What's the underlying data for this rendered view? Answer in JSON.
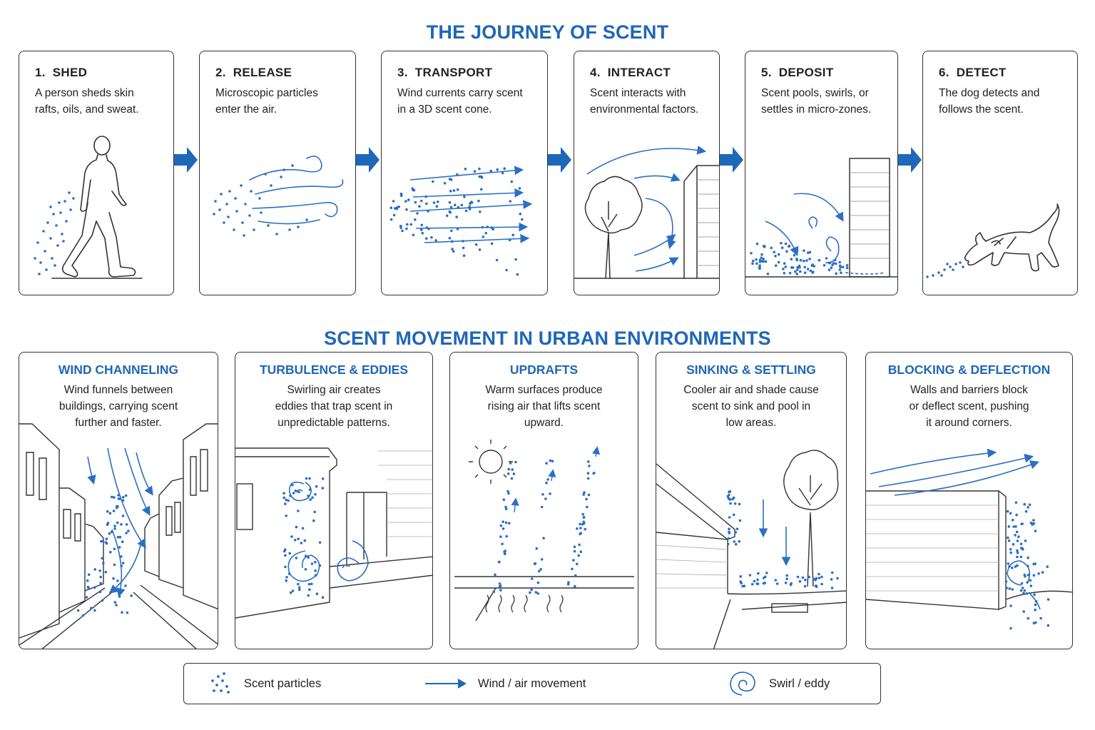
{
  "title_top": "THE JOURNEY OF SCENT",
  "title_bottom": "SCENT MOVEMENT IN URBAN ENVIRONMENTS",
  "steps": [
    {
      "num": "1.",
      "title": "SHED",
      "desc": [
        "A person sheds skin",
        "rafts, oils, and sweat."
      ]
    },
    {
      "num": "2.",
      "title": "RELEASE",
      "desc": [
        "Microscopic particles",
        "enter the air."
      ]
    },
    {
      "num": "3.",
      "title": "TRANSPORT",
      "desc": [
        "Wind currents carry scent",
        "in a 3D scent cone."
      ]
    },
    {
      "num": "4.",
      "title": "INTERACT",
      "desc": [
        "Scent interacts with",
        "environmental factors."
      ]
    },
    {
      "num": "5.",
      "title": "DEPOSIT",
      "desc": [
        "Scent pools, swirls, or",
        "settles in micro-zones."
      ]
    },
    {
      "num": "6.",
      "title": "DETECT",
      "desc": [
        "The dog detects and",
        "follows the scent."
      ]
    }
  ],
  "urban": [
    {
      "title": "WIND CHANNELING",
      "desc": [
        "Wind funnels between",
        "buildings, carrying scent",
        "further and faster."
      ]
    },
    {
      "title": "TURBULENCE & EDDIES",
      "desc": [
        "Swirling air creates",
        "eddies that trap scent in",
        "unpredictable patterns."
      ]
    },
    {
      "title": "UPDRAFTS",
      "desc": [
        "Warm surfaces produce",
        "rising air that lifts scent",
        "upward."
      ]
    },
    {
      "title": "SINKING & SETTLING",
      "desc": [
        "Cooler air and shade cause",
        "scent to sink and pool in",
        "low areas."
      ]
    },
    {
      "title": "BLOCKING & DEFLECTION",
      "desc": [
        "Walls and barriers block",
        "or deflect scent, pushing",
        "it around corners."
      ]
    }
  ],
  "legend": {
    "particles": "Scent particles",
    "wind": "Wind / air movement",
    "swirl": "Swirl / eddy"
  },
  "colors": {
    "accent": "#1f67b8",
    "dots": "#2a6fc4",
    "line": "#333333"
  }
}
